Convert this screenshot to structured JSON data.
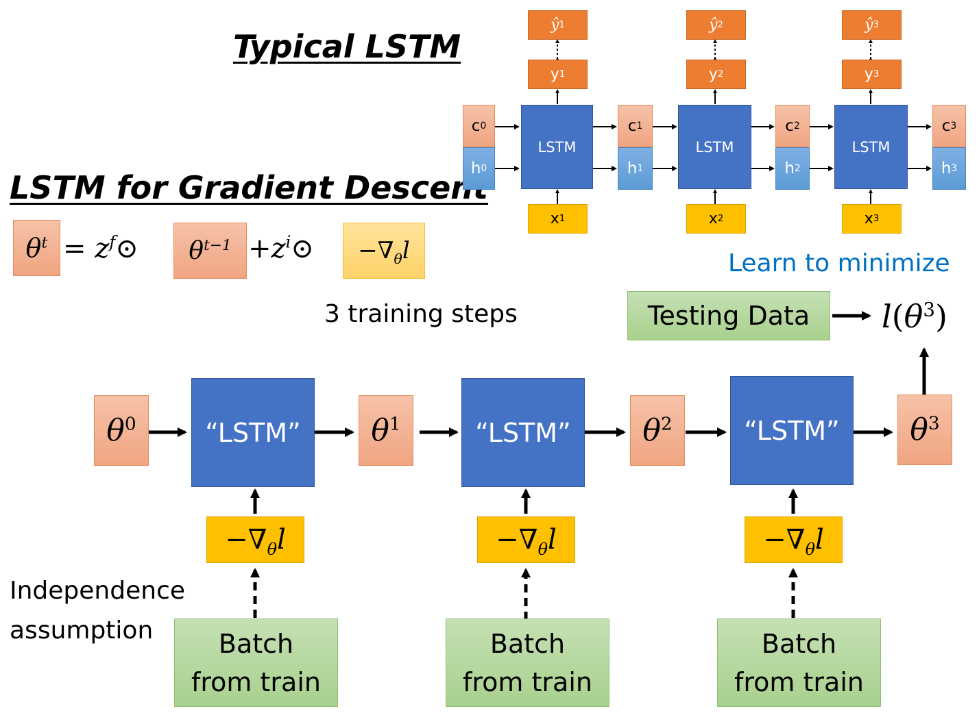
{
  "headings": {
    "typical": "Typical LSTM",
    "gd": "LSTM for Gradient Descent"
  },
  "equation": {
    "theta": "θ",
    "sup_t": "t",
    "eq": "=",
    "z": "z",
    "sup_f": "f",
    "odot": "⊙",
    "sup_tm1": "t−1",
    "plus": "+",
    "sup_i": "i",
    "neg_grad": "−∇",
    "sub_theta": "θ",
    "l": "l"
  },
  "typical_lstm": {
    "cell_label": "LSTM",
    "steps": [
      {
        "yhat": "ŷ",
        "y": "y",
        "x": "x",
        "idx": "1"
      },
      {
        "yhat": "ŷ",
        "y": "y",
        "x": "x",
        "idx": "2"
      },
      {
        "yhat": "ŷ",
        "y": "y",
        "x": "x",
        "idx": "3"
      }
    ],
    "states": [
      {
        "c": "c",
        "h": "h",
        "idx": "0"
      },
      {
        "c": "c",
        "h": "h",
        "idx": "1"
      },
      {
        "c": "c",
        "h": "h",
        "idx": "2"
      },
      {
        "c": "c",
        "h": "h",
        "idx": "3"
      }
    ]
  },
  "learn_to_minimize": "Learn to minimize",
  "training_steps": "3 training steps",
  "testing_data": "Testing Data",
  "loss": {
    "l": "l",
    "open": "(",
    "theta": "θ",
    "sup": "3",
    "close": ")"
  },
  "gd_chain": {
    "lstm_label": "“LSTM”",
    "thetas": [
      {
        "sym": "θ",
        "idx": "0"
      },
      {
        "sym": "θ",
        "idx": "1"
      },
      {
        "sym": "θ",
        "idx": "2"
      },
      {
        "sym": "θ",
        "idx": "3"
      }
    ],
    "grad": {
      "neg": "−∇",
      "sub": "θ",
      "l": "l"
    },
    "batch_line1": "Batch",
    "batch_line2": "from train"
  },
  "independence_line1": "Independence",
  "independence_line2": "assumption",
  "colors": {
    "salmon": "#f4b183",
    "light_blue": "#5b9bd5",
    "lstm_blue": "#4472c4",
    "orange": "#ed7d31",
    "yellow": "#ffc000",
    "green": "#a9d18e",
    "link_blue": "#0070c0"
  }
}
